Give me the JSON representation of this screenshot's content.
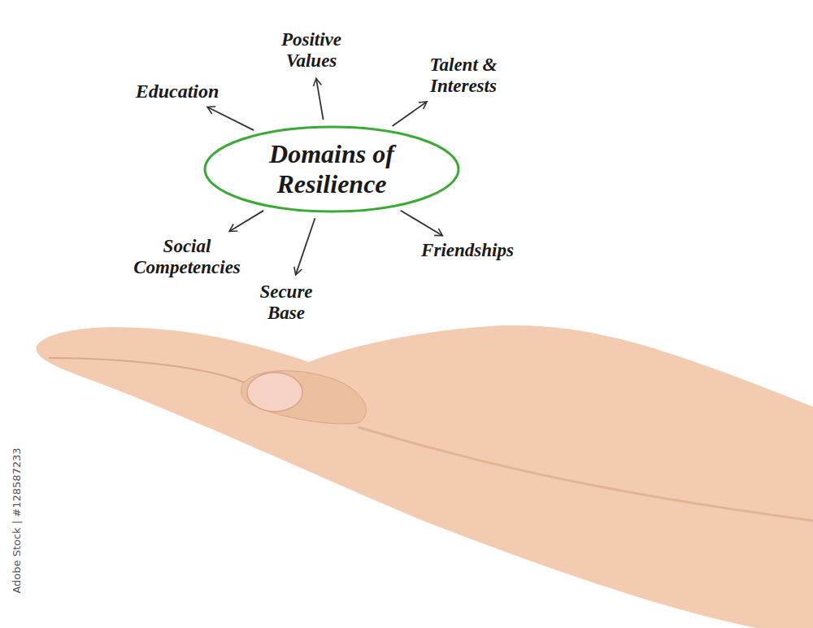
{
  "diagram": {
    "nodes": [
      {
        "text": [
          "Positive Values"
        ]
      },
      {
        "text": [
          "Talent & Interests"
        ]
      },
      {
        "text": [
          "Education"
        ]
      },
      {
        "text": [
          "Domains of Resilience"
        ]
      },
      {
        "text": [
          "Social Competencies"
        ]
      },
      {
        "text": [
          "Friendships"
        ]
      },
      {
        "text": [
          "Secure Base"
        ]
      }
    ],
    "edges": [
      {
        "from": 3,
        "to": 2,
        "arrow": "to"
      },
      {
        "from": 3,
        "to": 0,
        "arrow": "to"
      },
      {
        "from": 3,
        "to": 1,
        "arrow": "to"
      },
      {
        "from": 3,
        "to": 5,
        "arrow": "to"
      },
      {
        "from": 3,
        "to": 6,
        "arrow": "to"
      },
      {
        "from": 3,
        "to": 4,
        "arrow": "to"
      }
    ],
    "labels": [
      "Adobe Stock | #128587233"
    ]
  }
}
